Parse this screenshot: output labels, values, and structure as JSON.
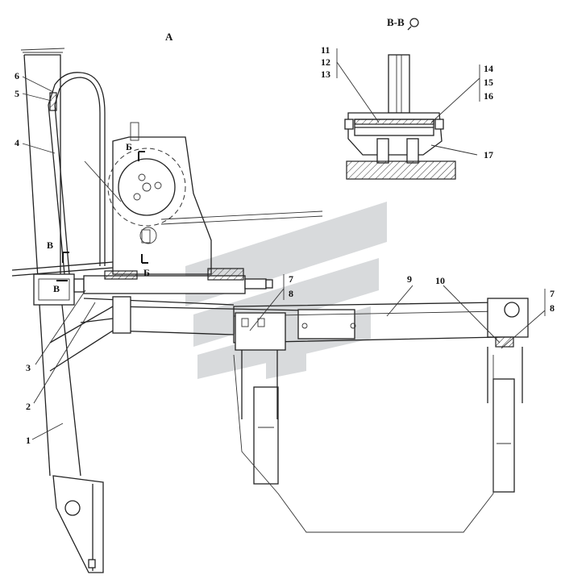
{
  "views": {
    "main_label": "А",
    "section_label": "В-В",
    "section_rotation_symbol": "rotate-icon"
  },
  "callouts": {
    "c1": "1",
    "c2": "2",
    "c3": "3",
    "c4": "4",
    "c5": "5",
    "c6": "6",
    "c7a": "7",
    "c8a": "8",
    "c7b": "7",
    "c8b": "8",
    "c9": "9",
    "c10": "10",
    "c11": "11",
    "c12": "12",
    "c13": "13",
    "c14": "14",
    "c15": "15",
    "c16": "16",
    "c17": "17"
  },
  "section_marks": {
    "b_top": "Б",
    "b_bottom": "Б",
    "v_top": "В",
    "v_bottom": "В"
  },
  "colors": {
    "line": "#222222",
    "watermark": "#d8dadc"
  }
}
